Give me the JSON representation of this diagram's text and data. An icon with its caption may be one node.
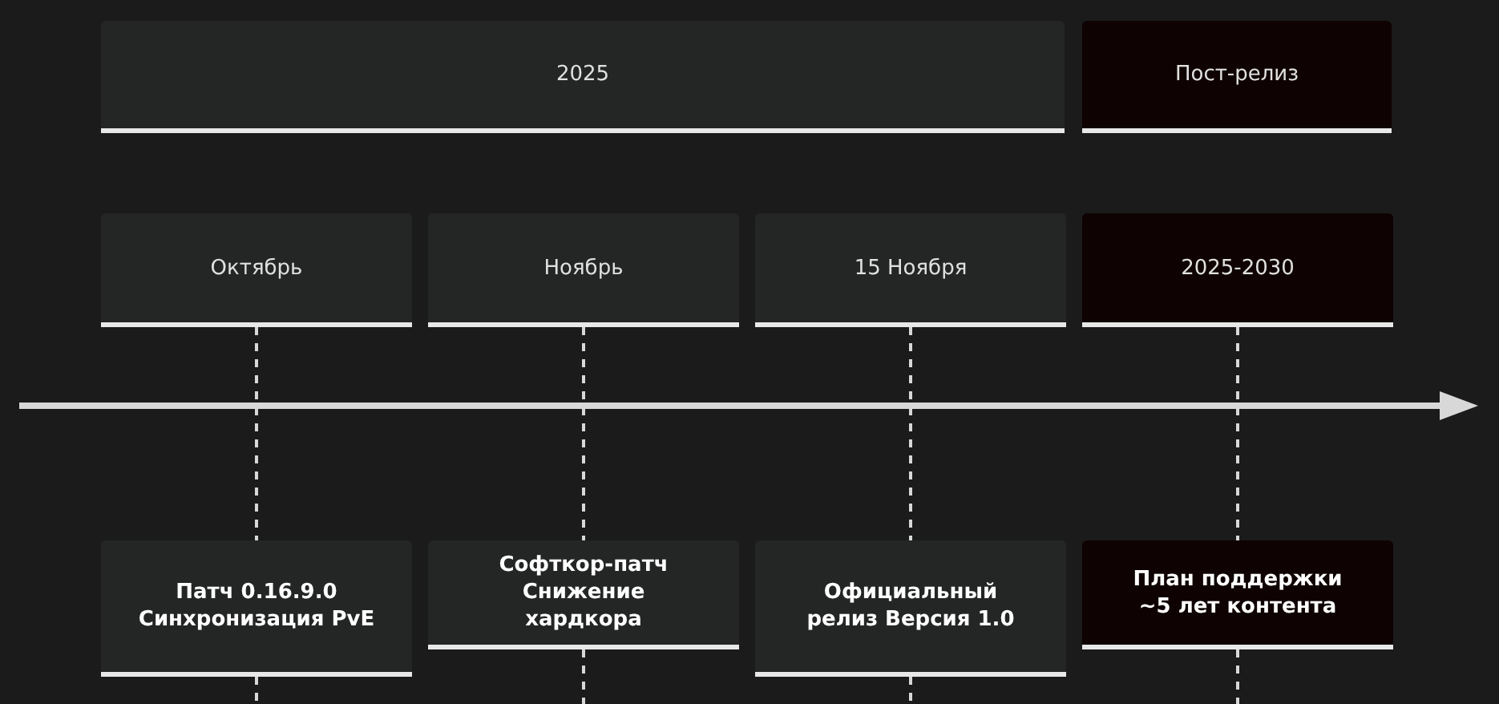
{
  "diagram": {
    "nodes": [
      {
        "text": [
          "2025"
        ]
      },
      {
        "text": [
          "Пост-релиз"
        ]
      },
      {
        "text": [
          "Октябрь"
        ]
      },
      {
        "text": [
          "Ноябрь"
        ]
      },
      {
        "text": [
          "15 Ноября"
        ]
      },
      {
        "text": [
          "2025-2030"
        ]
      },
      {
        "text": [
          "Патч 0.16.9.0 Синхронизация PvE"
        ]
      },
      {
        "text": [
          "Софткор-патч Снижение хардкора"
        ]
      },
      {
        "text": [
          "Официальный релиз Версия 1.0"
        ]
      },
      {
        "text": [
          "План поддержки ~5 лет контента"
        ]
      }
    ],
    "edges": [
      {
        "from": 2,
        "to": 6,
        "arrow": "none",
        "style": "dashed"
      },
      {
        "from": 3,
        "to": 7,
        "arrow": "none",
        "style": "dashed"
      },
      {
        "from": 4,
        "to": 8,
        "arrow": "none",
        "style": "dashed"
      },
      {
        "from": 5,
        "to": 9,
        "arrow": "none",
        "style": "dashed"
      }
    ]
  }
}
